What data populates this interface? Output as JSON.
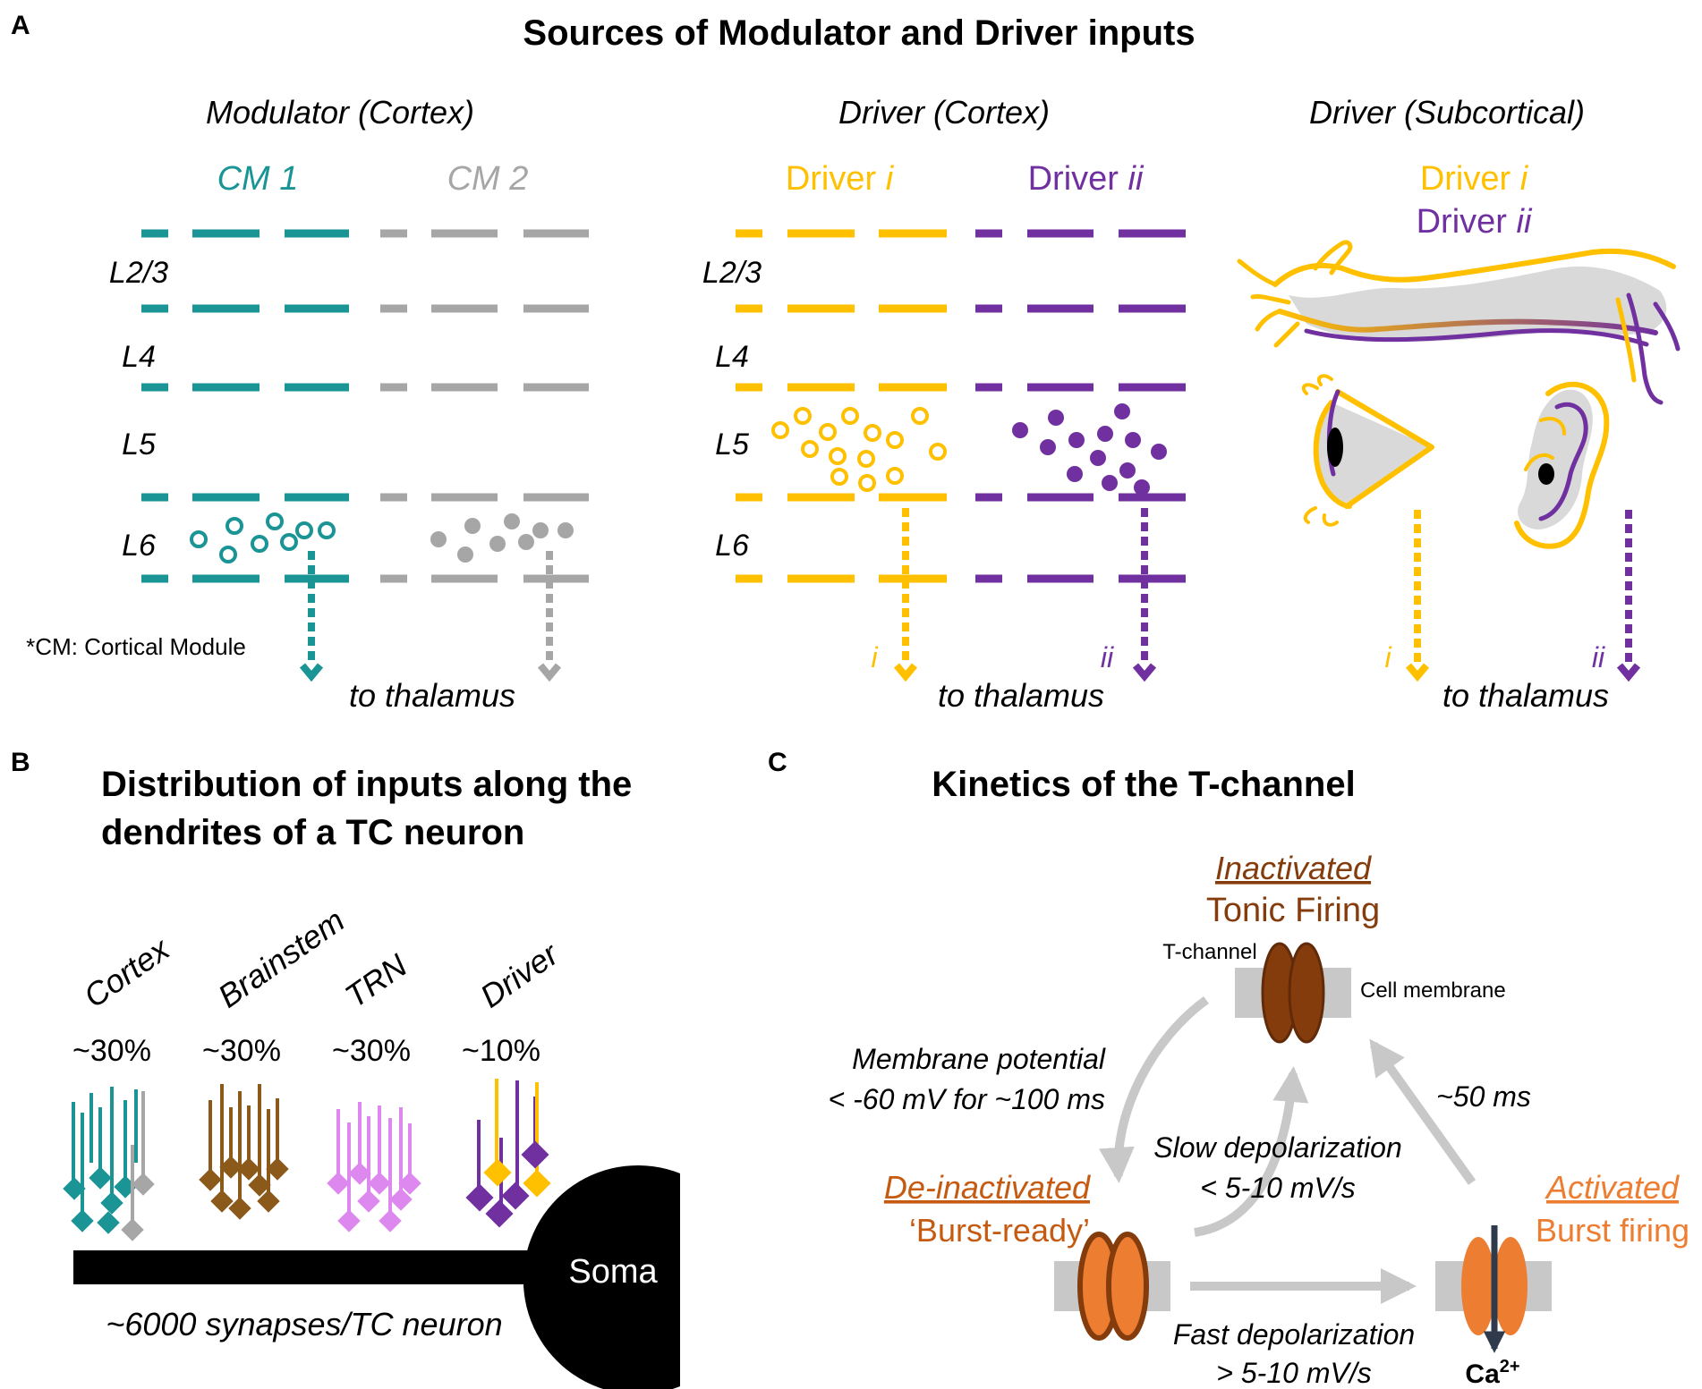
{
  "panel_a": {
    "letter": "A",
    "title": "Sources of Modulator and Driver inputs",
    "group_modulator": "Modulator (Cortex)",
    "group_driver_cortex": "Driver (Cortex)",
    "group_driver_subcortical": "Driver (Subcortical)",
    "cm1": "CM 1",
    "cm2": "CM 2",
    "driver_word": "Driver",
    "roman_i": "i",
    "roman_ii": "ii",
    "layers": [
      "L2/3",
      "L4",
      "L5",
      "L6"
    ],
    "footnote": "*CM: Cortical Module",
    "to_thalamus": "to thalamus"
  },
  "panel_b": {
    "letter": "B",
    "title_line1": "Distribution of inputs along the",
    "title_line2": "dendrites of a TC neuron",
    "sources": [
      {
        "label": "Cortex",
        "pct": "~30%"
      },
      {
        "label": "Brainstem",
        "pct": "~30%"
      },
      {
        "label": "TRN",
        "pct": "~30%"
      },
      {
        "label": "Driver",
        "pct": "~10%"
      }
    ],
    "soma": "Soma",
    "synapses": "~6000 synapses/TC neuron"
  },
  "panel_c": {
    "letter": "C",
    "title": "Kinetics of the T-channel",
    "inactivated": "Inactivated",
    "tonic": "Tonic Firing",
    "t_channel": "T-channel",
    "cell_membrane": "Cell membrane",
    "membrane_line1": "Membrane potential",
    "membrane_line2": "< -60 mV for ~100 ms",
    "fifty_ms": "~50 ms",
    "slow_line1": "Slow depolarization",
    "slow_line2": "< 5-10 mV/s",
    "deinactivated": "De-inactivated",
    "burst_ready": "‘Burst-ready’",
    "activated": "Activated",
    "burst_firing": "Burst firing",
    "fast_line1": "Fast depolarization",
    "fast_line2": "> 5-10 mV/s",
    "ca_base": "Ca",
    "ca_sup": "2+"
  },
  "colors": {
    "teal": "#1a9494",
    "gray": "#a6a6a6",
    "yellow": "#ffc000",
    "purple": "#7030a0",
    "brown": "#8b5a1b",
    "violet": "#dd88ee",
    "dark_brown": "#843c0c",
    "orange": "#ed7d31",
    "arrow_gray": "#c8c8c8"
  }
}
